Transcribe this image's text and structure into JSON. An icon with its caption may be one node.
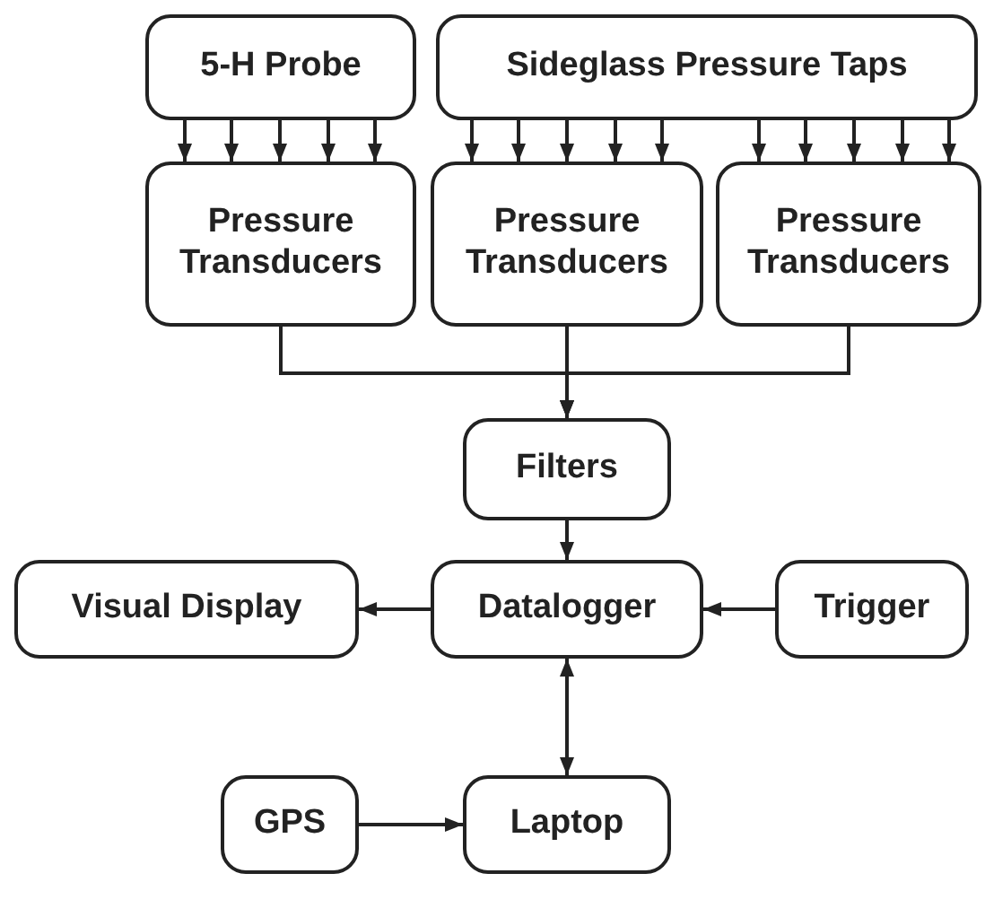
{
  "diagram": {
    "nodes": [
      {
        "text": [
          "5-H Probe"
        ]
      },
      {
        "text": [
          "Sideglass Pressure Taps"
        ]
      },
      {
        "text": [
          "Pressure Transducers"
        ]
      },
      {
        "text": [
          "Pressure Transducers"
        ]
      },
      {
        "text": [
          "Pressure Transducers"
        ]
      },
      {
        "text": [
          "Filters"
        ]
      },
      {
        "text": [
          "Visual Display"
        ]
      },
      {
        "text": [
          "Datalogger"
        ]
      },
      {
        "text": [
          "Trigger"
        ]
      },
      {
        "text": [
          "GPS"
        ]
      },
      {
        "text": [
          "Laptop"
        ]
      }
    ],
    "edges": [
      {
        "from": 0,
        "to": 2,
        "arrow": "to"
      },
      {
        "from": 0,
        "to": 2,
        "arrow": "to"
      },
      {
        "from": 0,
        "to": 2,
        "arrow": "to"
      },
      {
        "from": 0,
        "to": 2,
        "arrow": "to"
      },
      {
        "from": 0,
        "to": 2,
        "arrow": "to"
      },
      {
        "from": 1,
        "to": 3,
        "arrow": "to"
      },
      {
        "from": 1,
        "to": 3,
        "arrow": "to"
      },
      {
        "from": 1,
        "to": 3,
        "arrow": "to"
      },
      {
        "from": 1,
        "to": 3,
        "arrow": "to"
      },
      {
        "from": 1,
        "to": 3,
        "arrow": "to"
      },
      {
        "from": 1,
        "to": 4,
        "arrow": "to"
      },
      {
        "from": 1,
        "to": 4,
        "arrow": "to"
      },
      {
        "from": 1,
        "to": 4,
        "arrow": "to"
      },
      {
        "from": 1,
        "to": 4,
        "arrow": "to"
      },
      {
        "from": 1,
        "to": 4,
        "arrow": "to"
      },
      {
        "from": 2,
        "to": 5,
        "arrow": "to"
      },
      {
        "from": 3,
        "to": 5,
        "arrow": "to"
      },
      {
        "from": 4,
        "to": 5,
        "arrow": "to"
      },
      {
        "from": 5,
        "to": 7,
        "arrow": "to"
      },
      {
        "from": 7,
        "to": 6,
        "arrow": "to"
      },
      {
        "from": 8,
        "to": 7,
        "arrow": "to"
      },
      {
        "from": 7,
        "to": 10,
        "arrow": "both"
      },
      {
        "from": 9,
        "to": 10,
        "arrow": "to"
      }
    ]
  }
}
